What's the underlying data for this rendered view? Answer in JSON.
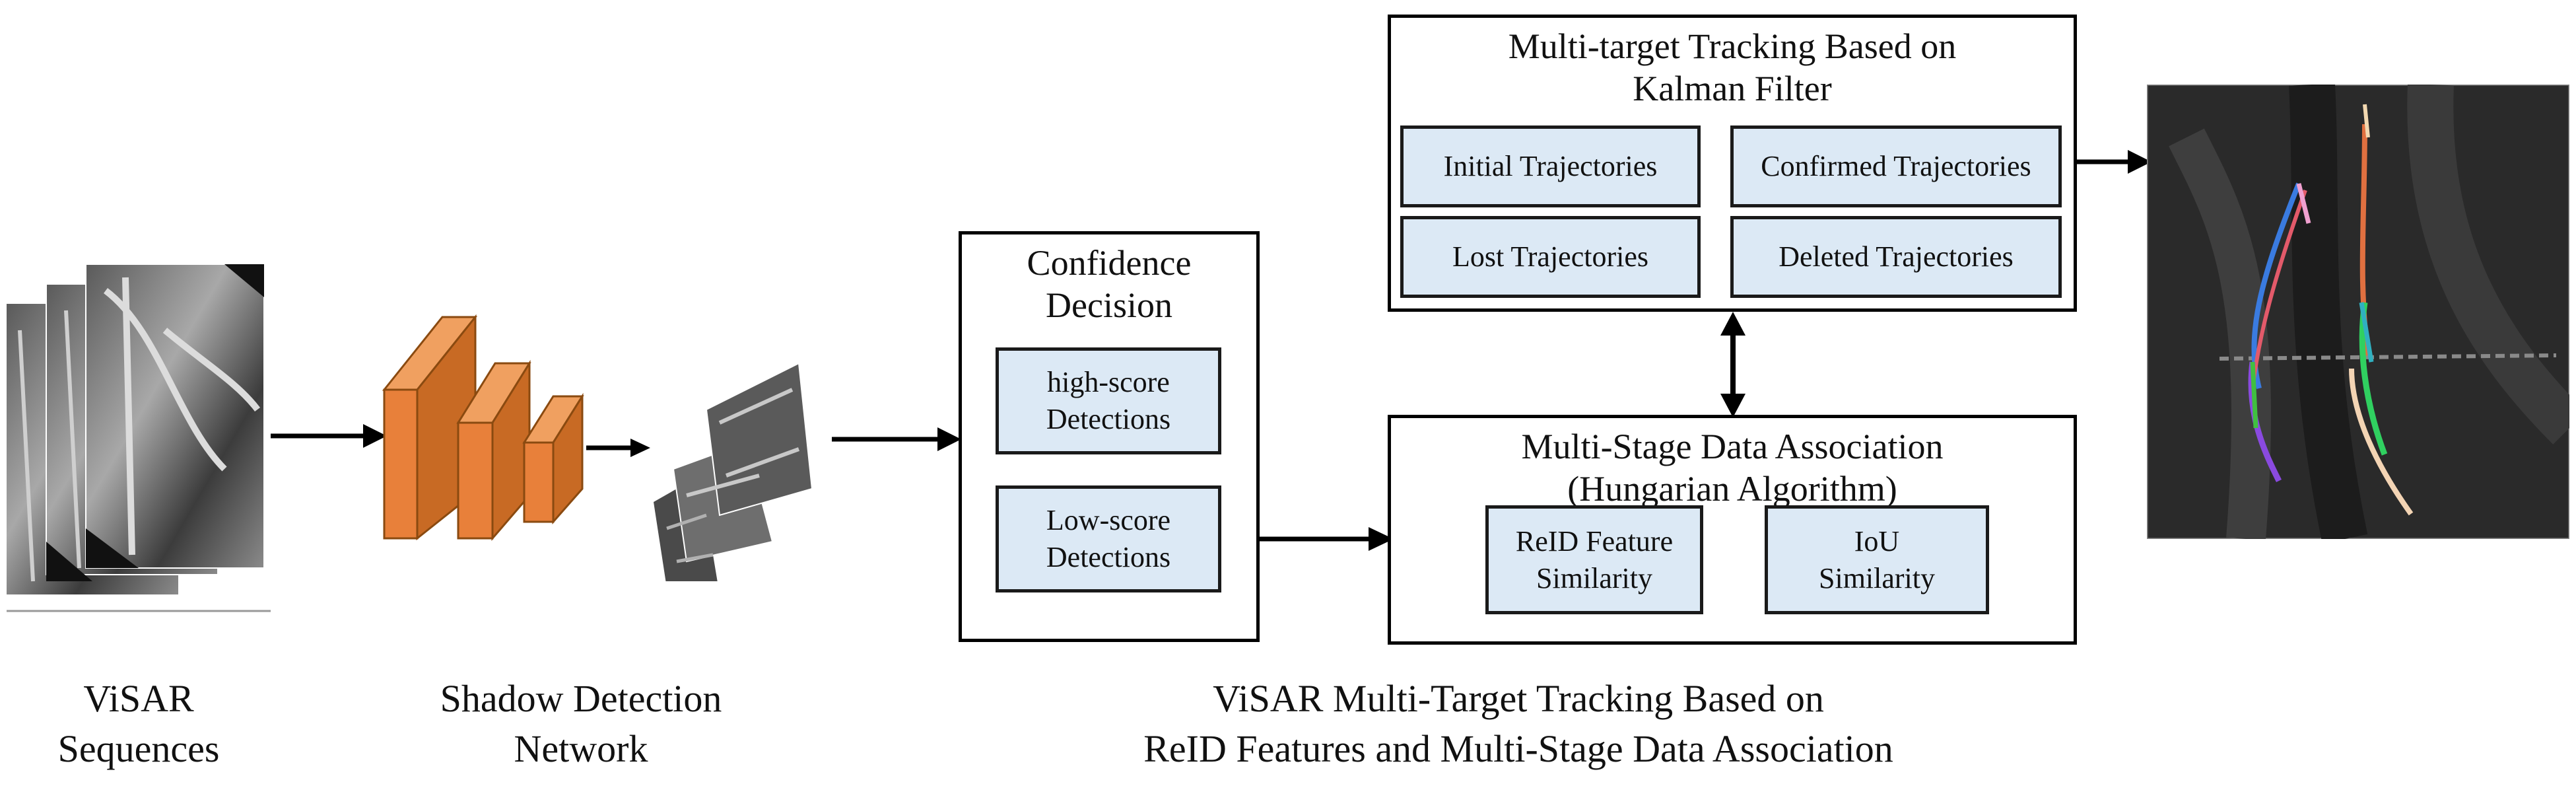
{
  "captions": {
    "visar_line1": "ViSAR",
    "visar_line2": "Sequences",
    "shadow_line1": "Shadow Detection",
    "shadow_line2": "Network",
    "main_line1": "ViSAR Multi-Target Tracking Based on",
    "main_line2": "ReID Features and Multi-Stage Data Association"
  },
  "confidence": {
    "title_line1": "Confidence",
    "title_line2": "Decision",
    "high_line1": "high-score",
    "high_line2": "Detections",
    "low_line1": "Low-score",
    "low_line2": "Detections"
  },
  "tracking": {
    "title_line1": "Multi-target Tracking Based on",
    "title_line2": "Kalman Filter",
    "initial": "Initial Trajectories",
    "confirmed": "Confirmed Trajectories",
    "lost": "Lost Trajectories",
    "deleted": "Deleted Trajectories"
  },
  "association": {
    "title_line1": "Multi-Stage Data Association",
    "title_line2": "(Hungarian Algorithm)",
    "reid_line1": "ReID Feature",
    "reid_line2": "Similarity",
    "iou_line1": "IoU",
    "iou_line2": "Similarity"
  },
  "colors": {
    "network_orange": "#e8803a",
    "sub_box_fill": "#dce9f5"
  }
}
